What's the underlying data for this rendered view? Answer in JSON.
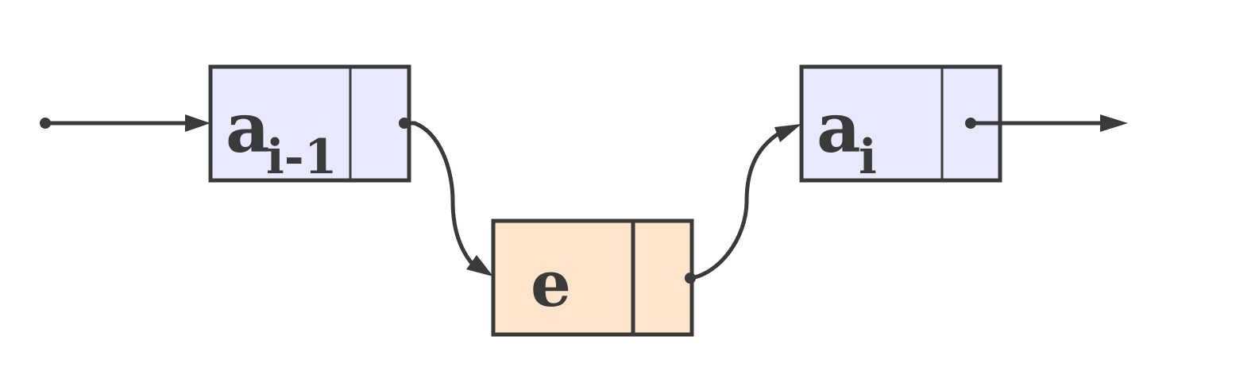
{
  "nodes": {
    "prev": {
      "label": "a",
      "subscript": "i-1"
    },
    "new": {
      "label": "e"
    },
    "next": {
      "label": "a",
      "subscript": "i"
    }
  },
  "colors": {
    "existing_node_fill": "#e8e9fc",
    "new_node_fill": "#fde4cb",
    "stroke": "#3a3a3a"
  }
}
